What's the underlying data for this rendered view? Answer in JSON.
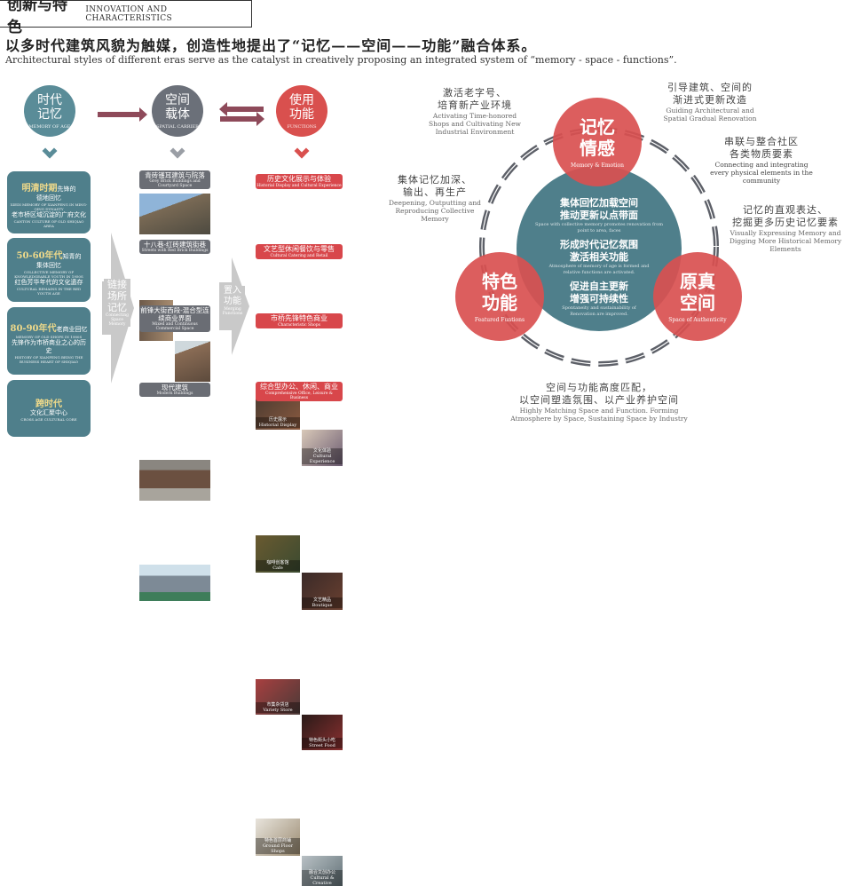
{
  "header": {
    "title_zh": "创新与特色",
    "title_en": "INNOVATION AND CHARACTERISTICS",
    "subtitle_zh": "以多时代建筑风貌为触媒，创造性地提出了“记忆——空间——功能”融合体系。",
    "subtitle_en": "Architectural styles of different eras serve as the catalyst in creatively proposing an integrated system of “memory - space - functions”."
  },
  "colors": {
    "teal": "#4f7f8b",
    "gray": "#6a6d74",
    "red": "#d8474b",
    "arrow": "#8e4a5a",
    "highlight": "#eed98a"
  },
  "top_circles": [
    {
      "zh1": "时代",
      "zh2": "记忆",
      "en": "MEMORY OF AGE"
    },
    {
      "zh1": "空间",
      "zh2": "载体",
      "en": "SPATIAL CARRIER"
    },
    {
      "zh1": "使用",
      "zh2": "功能",
      "en": "FUNCTIONS"
    }
  ],
  "age_boxes": [
    {
      "hl": "明清时期",
      "hs": "先锋的",
      "zh1": "德地回忆",
      "en1": "XIEDI MEMORY OF XIANFENG IN MING-QING DYNASTY",
      "zh2": "老市桥区域沉淀的广府文化",
      "en2": "CANTON CULTURE OF OLD SHIQIAO AREA"
    },
    {
      "hl": "50-60年代",
      "hs": "知青的",
      "zh1": "集体回忆",
      "en1": "COLLECTIVE MEMORY OF KNOWLEDGEABLE YOUTH IN 1950S",
      "zh2": "红色芳华年代的文化遗存",
      "en2": "CULTURAL REMAINS IN THE RED YOUTH AGE"
    },
    {
      "hl": "80-90年代",
      "hs": "老商业回忆",
      "zh1": "",
      "en1": "MEMORY OF OLD SHOPS IN 1980S",
      "zh2": "先锋作为市桥商业之心的历史",
      "en2": "HISTORY OF XIANFENG BEING THE BUSINESS HEART OF SHIQIAO"
    },
    {
      "hl": "跨时代",
      "hs": "",
      "zh1": "文化汇聚中心",
      "en1": "CROSS AGE CULTURAL CORE",
      "zh2": "",
      "en2": ""
    }
  ],
  "arrow1": {
    "zh": "链接场所记忆",
    "en": "Connecting Space Memory"
  },
  "arrow2": {
    "zh": "置入功能",
    "en": "Merging Functions"
  },
  "spaces": [
    {
      "zh": "青砖镬耳建筑与院落",
      "en": "Grey Brick Buildings and Courtyard Space"
    },
    {
      "zh": "十八巷-红砖建筑街巷",
      "en": "Streets with Red Brick Buildings"
    },
    {
      "zh": "前锋大街西段-混合型连续商业界面",
      "en": "Mixed and Continuous Commercial Space"
    },
    {
      "zh": "现代建筑",
      "en": "Modern Buildings"
    }
  ],
  "functions": [
    {
      "zh": "历史文化展示与体验",
      "en": "Historial Display and Cultural Experience",
      "photos": [
        {
          "zh": "历史展示",
          "en": "Historial Display"
        },
        {
          "zh": "文化体验",
          "en": "Cultural Experience"
        }
      ]
    },
    {
      "zh": "文艺型休闲餐饮与零售",
      "en": "Cultural Catering and Retail",
      "photos": [
        {
          "zh": "咖啡创客馆",
          "en": "Cafe"
        },
        {
          "zh": "文艺精品",
          "en": "Boutique"
        }
      ]
    },
    {
      "zh": "市桥先锋特色商业",
      "en": "Characteristic Shops",
      "photos": [
        {
          "zh": "市集杂货店",
          "en": "Variety Store"
        },
        {
          "zh": "特色街头小吃",
          "en": "Street Food"
        }
      ]
    },
    {
      "zh": "综合型办公、休闲、商业",
      "en": "Comprehensive Office, Leisure & Business",
      "photos": [
        {
          "zh": "特色首层商铺",
          "en": "Ground Floor Shops"
        },
        {
          "zh": "融合文创办公",
          "en": "Cultural & Creative Industries"
        }
      ]
    }
  ],
  "diagram": {
    "top": {
      "zh1": "记忆",
      "zh2": "情感",
      "en": "Memory & Emotion"
    },
    "left": {
      "zh1": "特色",
      "zh2": "功能",
      "en": "Featured Funtions"
    },
    "right": {
      "zh1": "原真",
      "zh2": "空间",
      "en": "Space of Authenticity"
    },
    "center": [
      {
        "zh1": "集体回忆加载空间",
        "zh2": "推动更新以点带面",
        "en": "Space with collective memory promotes renovation from point to area, faces"
      },
      {
        "zh1": "形成时代记忆氛围",
        "zh2": "激活相关功能",
        "en": "Atmosphere of memory of age is formed and relative functions are activated."
      },
      {
        "zh1": "促进自主更新",
        "zh2": "增强可持续性",
        "en": "Spontaneity and sustainability of Renovation are improved."
      }
    ],
    "notes": [
      {
        "zh1": "激活老字号、",
        "zh2": "培育新产业环境",
        "en": "Activating Time-honored Shops and Cultivating New Industrial Environment"
      },
      {
        "zh1": "引导建筑、空间的",
        "zh2": "渐进式更新改造",
        "en": "Guiding Architectural and Spatial Gradual Renovation"
      },
      {
        "zh1": "串联与整合社区",
        "zh2": "各类物质要素",
        "en": "Connecting and integrating every physical elements in the community"
      },
      {
        "zh1": "集体记忆加深、",
        "zh2": "输出、再生产",
        "en": "Deepening, Outputting and Reproducing Collective Memory"
      },
      {
        "zh1": "记忆的直观表达、",
        "zh2": "挖掘更多历史记忆要素",
        "en": "Visually Expressing Memory and Digging More Historical Memory Elements"
      },
      {
        "zh1": "空间与功能高度匹配，",
        "zh2": "以空间塑造氛围、以产业养护空间",
        "en": "Highly Matching Space and Function. Forming Atmosphere by Space, Sustaining Space by Industry"
      }
    ]
  }
}
